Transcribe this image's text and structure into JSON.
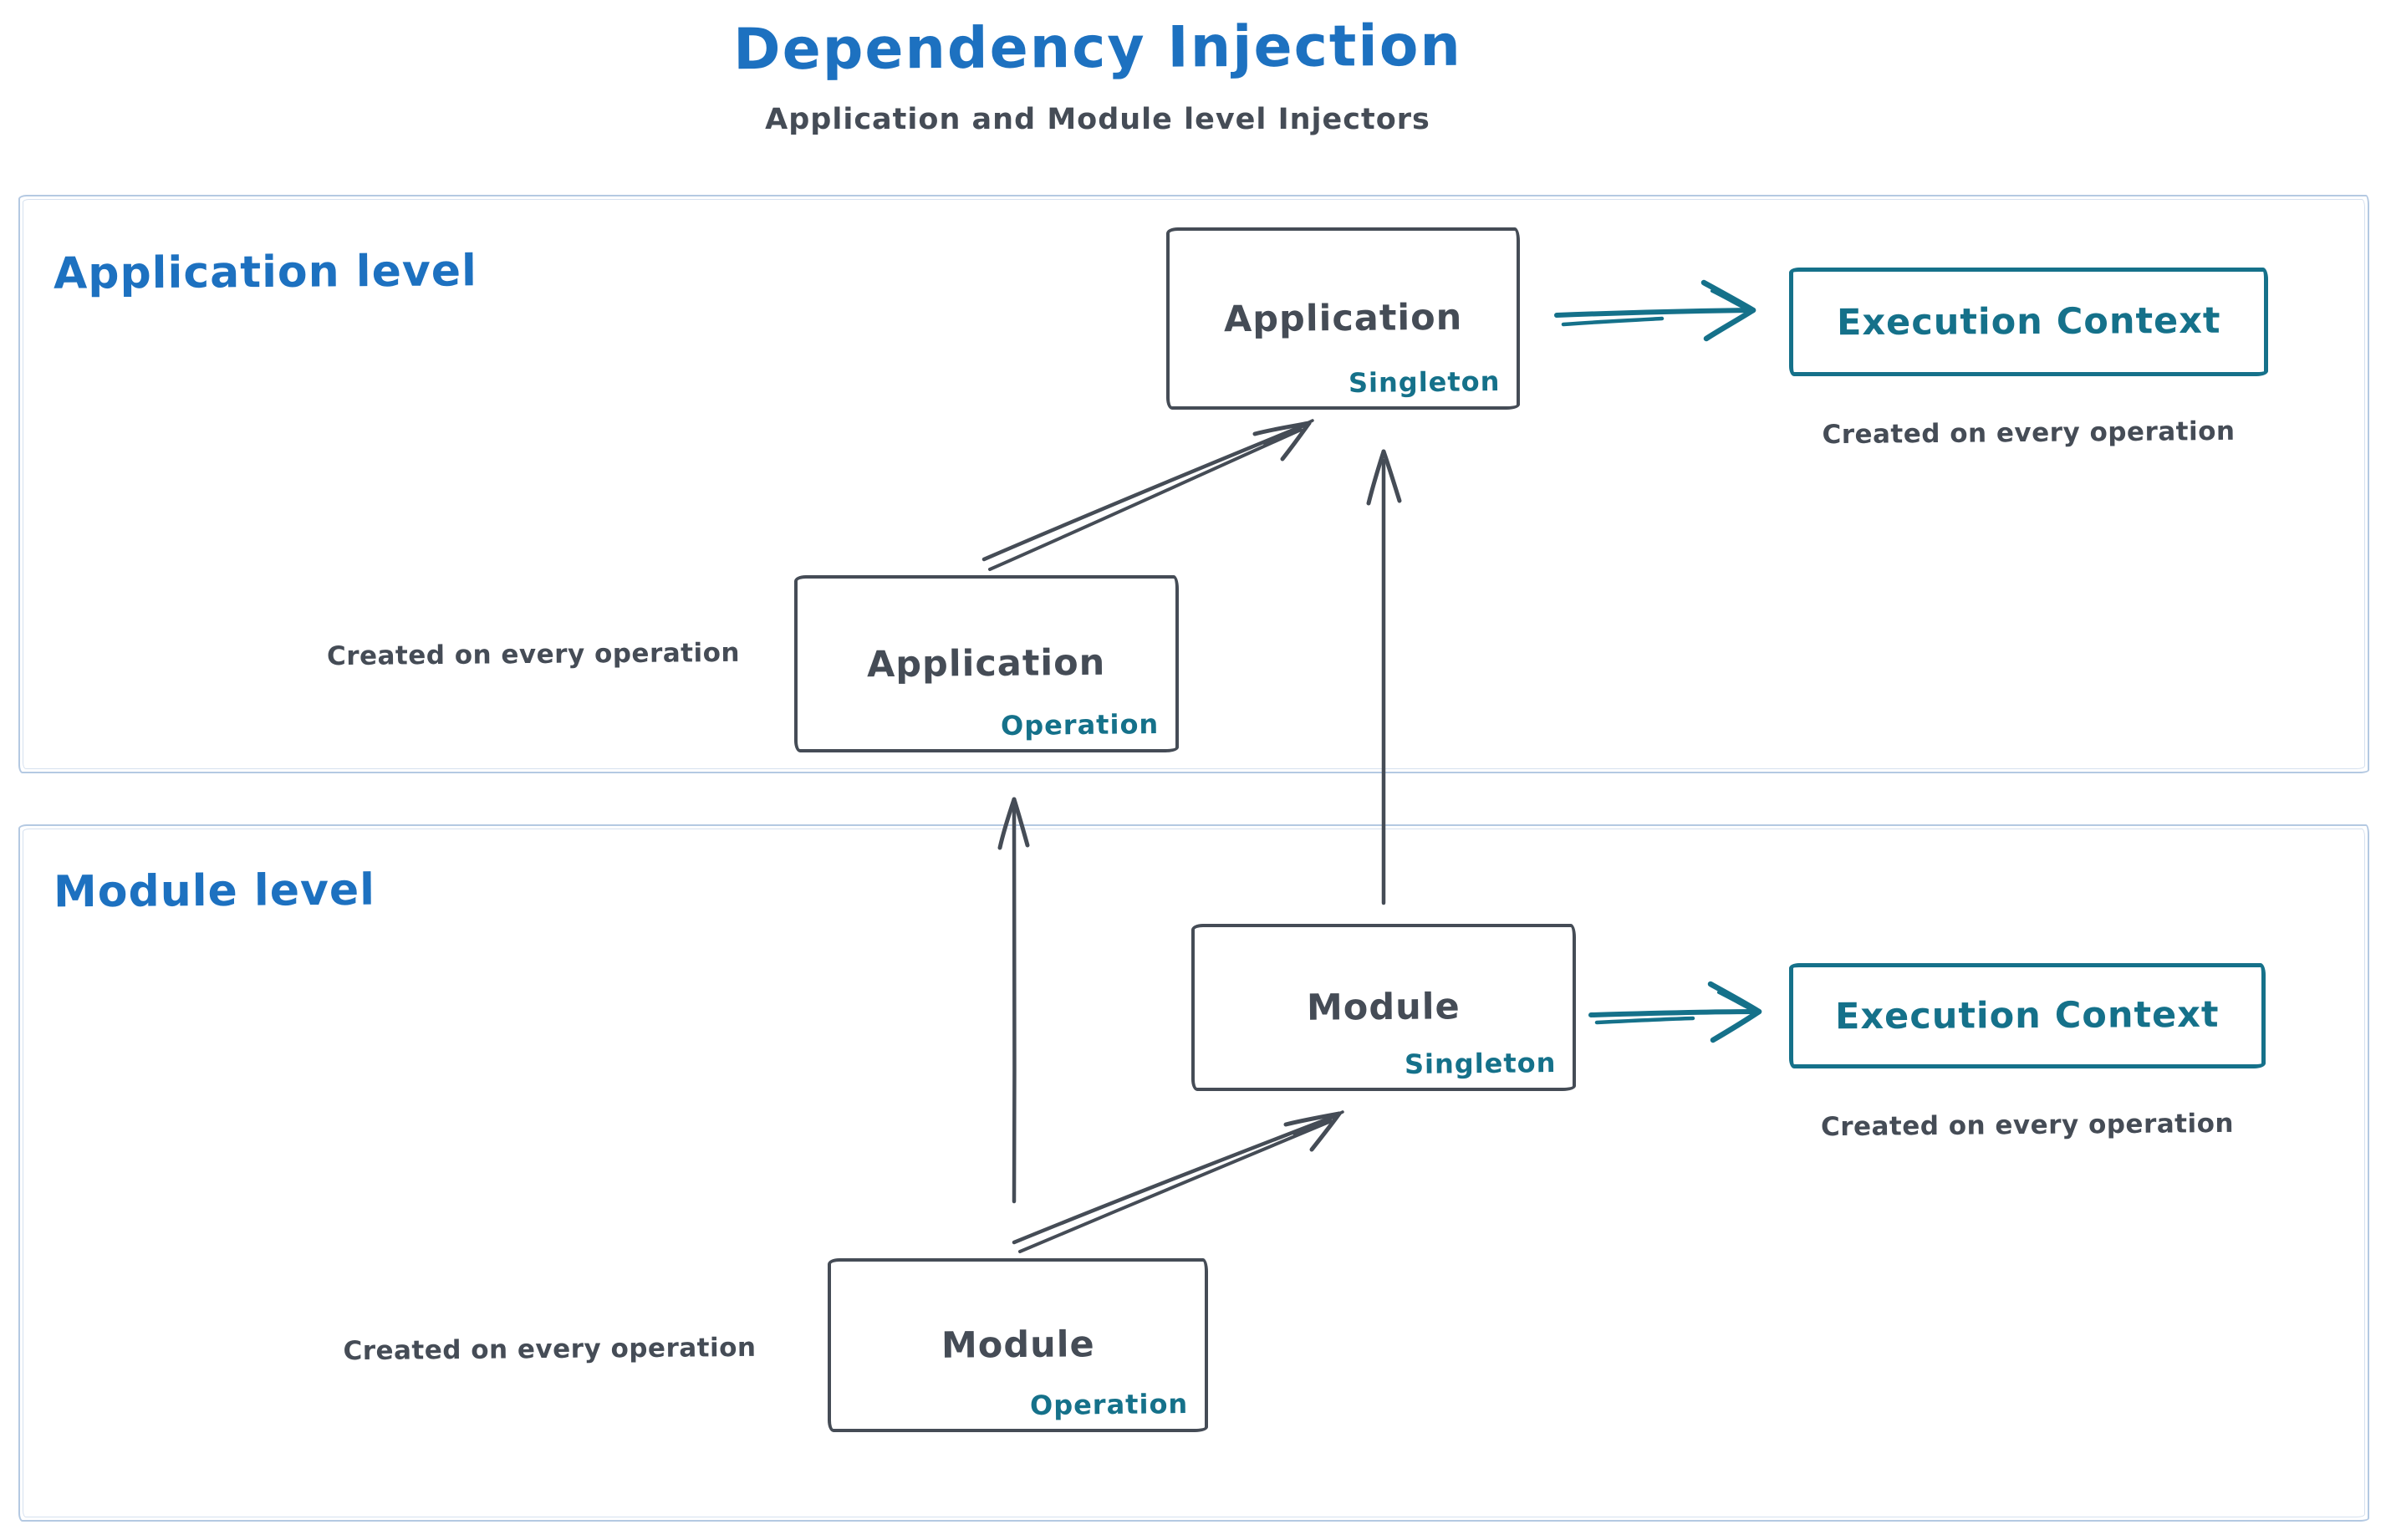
{
  "header": {
    "title": "Dependency Injection",
    "subtitle": "Application and Module level Injectors"
  },
  "colors": {
    "accent_blue": "#1d71c0",
    "ink_dark": "#454c56",
    "teal": "#15718a",
    "container_border": "#b4c9e2",
    "background": "#ffffff"
  },
  "sections": {
    "application": {
      "label": "Application level"
    },
    "module": {
      "label": "Module level"
    }
  },
  "nodes": {
    "app_singleton": {
      "title": "Application",
      "scope": "Singleton"
    },
    "app_operation": {
      "title": "Application",
      "scope": "Operation",
      "caption": "Created on every operation"
    },
    "exec_context_app": {
      "title": "Execution Context",
      "caption": "Created on every operation"
    },
    "module_singleton": {
      "title": "Module",
      "scope": "Singleton"
    },
    "module_operation": {
      "title": "Module",
      "scope": "Operation",
      "caption": "Created on every operation"
    },
    "exec_context_module": {
      "title": "Execution Context",
      "caption": "Created on every operation"
    }
  },
  "edges": [
    {
      "from": "app_singleton",
      "to": "exec_context_app",
      "style": "teal"
    },
    {
      "from": "app_operation",
      "to": "app_singleton",
      "style": "dark"
    },
    {
      "from": "module_singleton",
      "to": "app_singleton",
      "style": "dark"
    },
    {
      "from": "module_singleton",
      "to": "exec_context_module",
      "style": "teal"
    },
    {
      "from": "module_operation",
      "to": "app_operation",
      "style": "dark"
    },
    {
      "from": "module_operation",
      "to": "module_singleton",
      "style": "dark"
    }
  ]
}
